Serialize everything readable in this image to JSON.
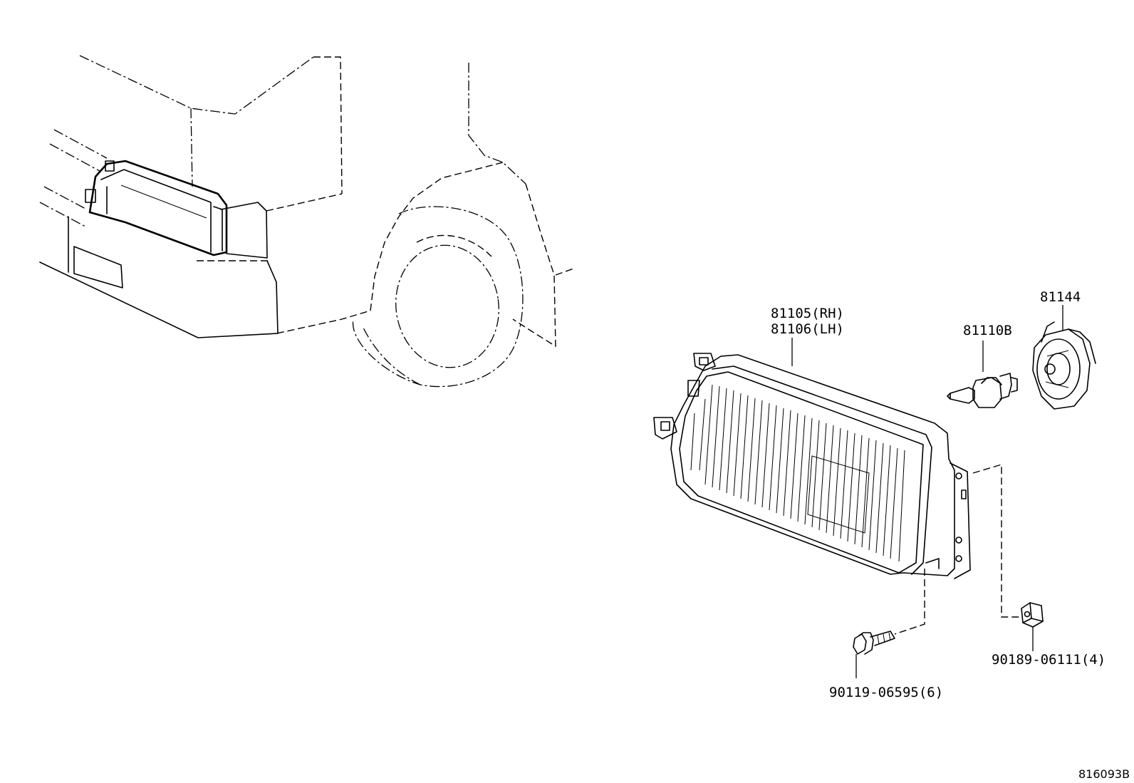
{
  "diagram": {
    "parts": [
      {
        "number": "81105(RH)"
      },
      {
        "number": "81106(LH)"
      },
      {
        "number": "81110B"
      },
      {
        "number": "81144"
      },
      {
        "number": "90119-06595(6)"
      },
      {
        "number": "90189-06111(4)"
      }
    ],
    "reference": "816093B"
  }
}
